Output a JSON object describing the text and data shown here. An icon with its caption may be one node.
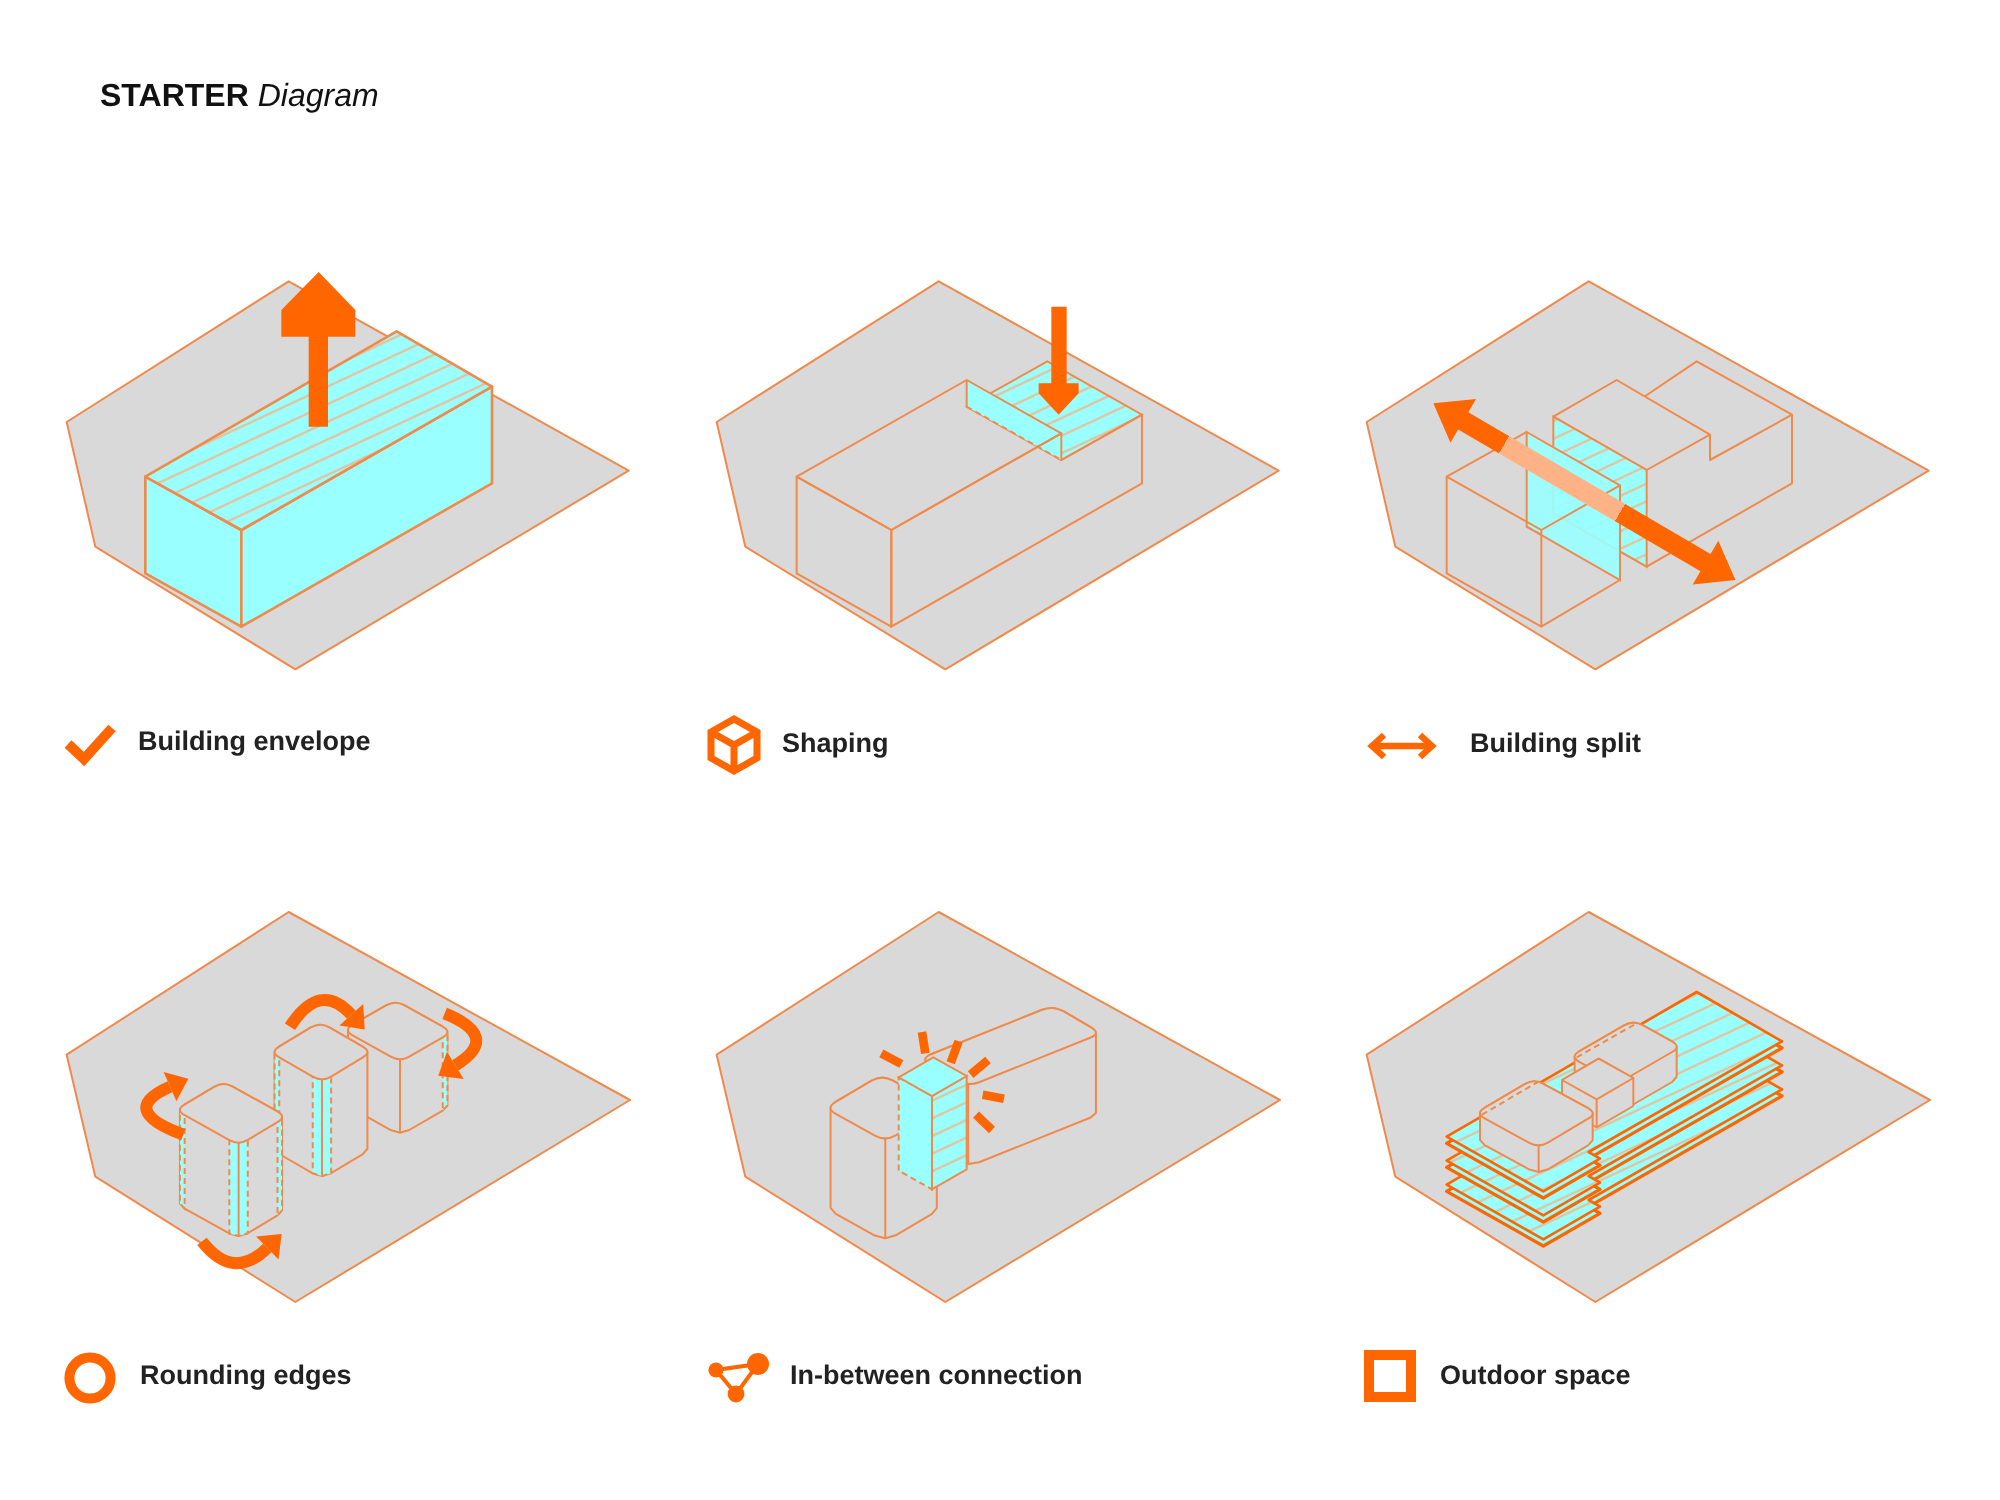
{
  "diagram": {
    "title": "**STARTER** *Diagram*",
    "labels": [
      "Building envelope",
      "Shaping",
      "Building split",
      "Rounding edges",
      "In-between connection",
      "Outdoor space"
    ]
  }
}
